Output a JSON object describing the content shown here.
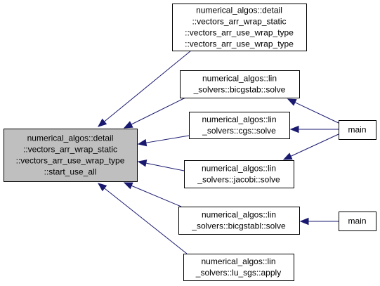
{
  "graph": {
    "edge_color": "#191970",
    "root_fill": "#bfbfbf",
    "node_fill": "#ffffff",
    "nodes": [
      {
        "id": "start_use_all",
        "lines": [
          "numerical_algos::detail",
          "::vectors_arr_wrap_static",
          "::vectors_arr_use_wrap_type",
          "::start_use_all"
        ]
      },
      {
        "id": "vectors_arr_use_wrap_type",
        "lines": [
          "numerical_algos::detail",
          "::vectors_arr_wrap_static",
          "::vectors_arr_use_wrap_type",
          "::vectors_arr_use_wrap_type"
        ]
      },
      {
        "id": "bicgstab_solve",
        "lines": [
          "numerical_algos::lin",
          "_solvers::bicgstab::solve"
        ]
      },
      {
        "id": "cgs_solve",
        "lines": [
          "numerical_algos::lin",
          "_solvers::cgs::solve"
        ]
      },
      {
        "id": "jacobi_solve",
        "lines": [
          "numerical_algos::lin",
          "_solvers::jacobi::solve"
        ]
      },
      {
        "id": "bicgstabl_solve",
        "lines": [
          "numerical_algos::lin",
          "_solvers::bicgstabl::solve"
        ]
      },
      {
        "id": "lu_sgs_apply",
        "lines": [
          "numerical_algos::lin",
          "_solvers::lu_sgs::apply"
        ]
      },
      {
        "id": "main_1",
        "lines": [
          "main"
        ]
      },
      {
        "id": "main_2",
        "lines": [
          "main"
        ]
      }
    ],
    "edges": [
      {
        "from": "vectors_arr_use_wrap_type",
        "to": "start_use_all"
      },
      {
        "from": "bicgstab_solve",
        "to": "start_use_all"
      },
      {
        "from": "cgs_solve",
        "to": "start_use_all"
      },
      {
        "from": "jacobi_solve",
        "to": "start_use_all"
      },
      {
        "from": "bicgstabl_solve",
        "to": "start_use_all"
      },
      {
        "from": "lu_sgs_apply",
        "to": "start_use_all"
      },
      {
        "from": "main_1",
        "to": "bicgstab_solve"
      },
      {
        "from": "main_1",
        "to": "cgs_solve"
      },
      {
        "from": "main_1",
        "to": "jacobi_solve"
      },
      {
        "from": "main_2",
        "to": "bicgstabl_solve"
      }
    ]
  }
}
